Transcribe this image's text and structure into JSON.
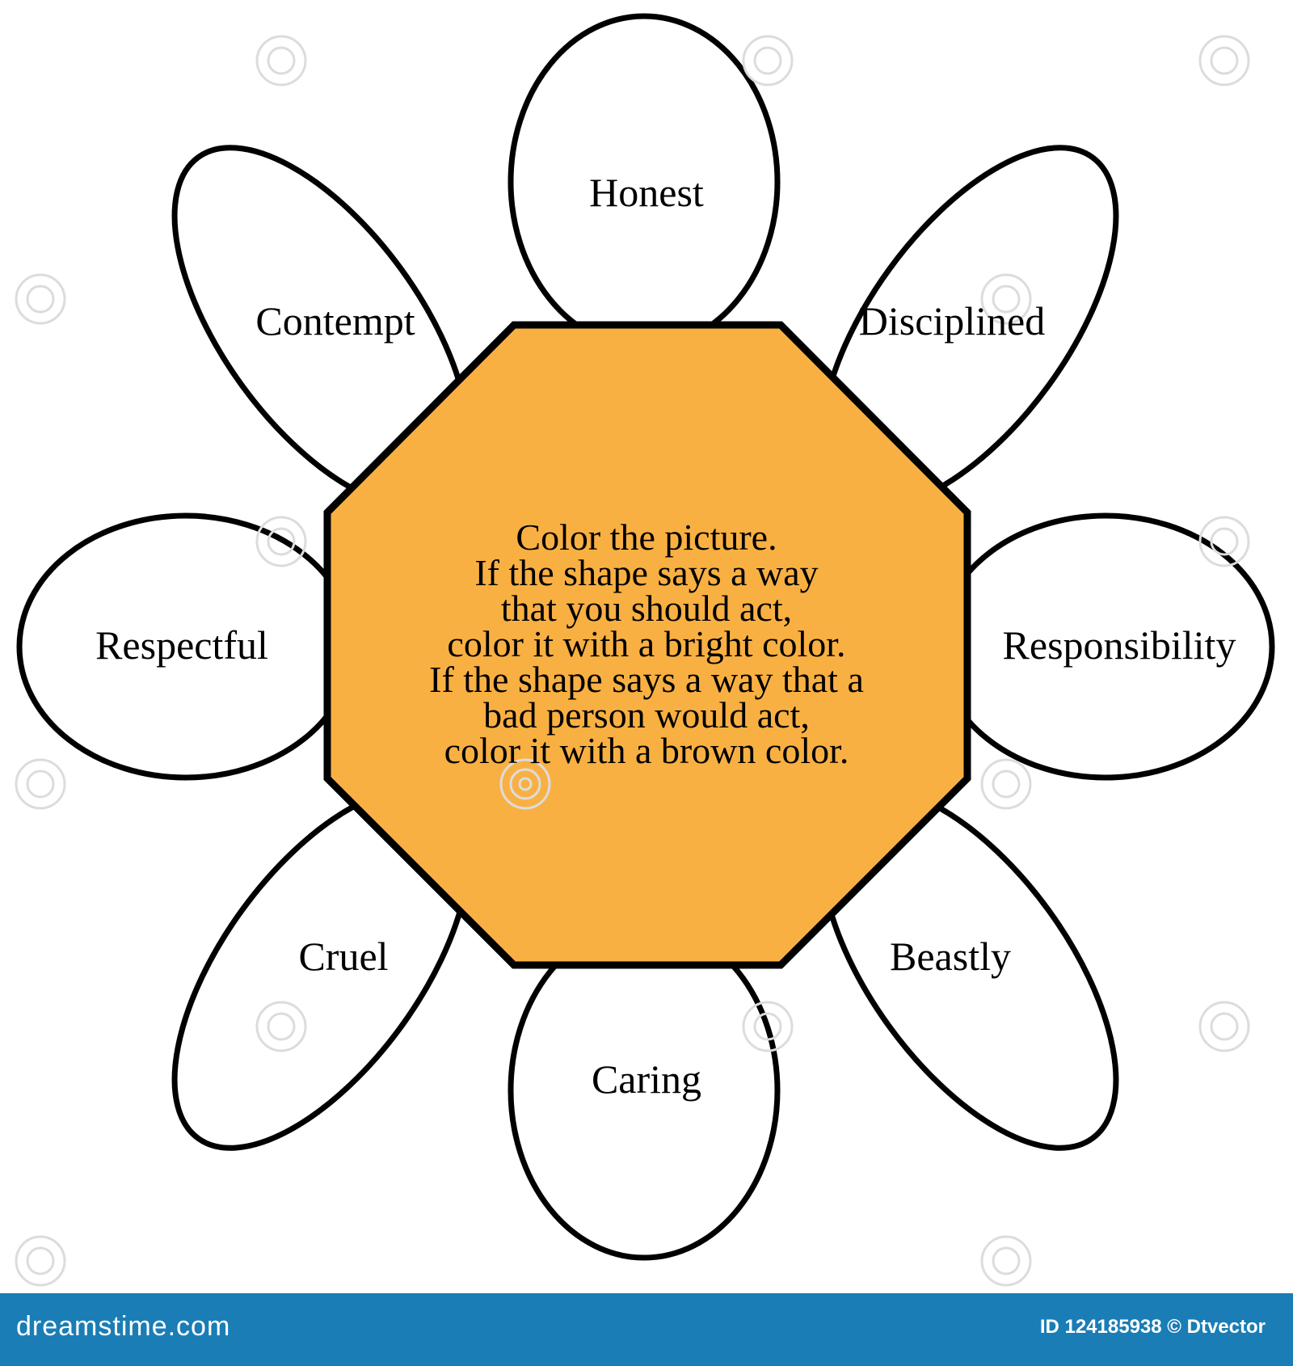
{
  "diagram": {
    "center_text": [
      "Color the picture.",
      "If the shape says a way",
      "that you should act,",
      "color it with a bright color.",
      "If the shape says a way that a",
      "bad person would act,",
      "color it with a brown color."
    ],
    "petals": {
      "top": "Honest",
      "top_right": "Disciplined",
      "right": "Responsibility",
      "bottom_right": "Beastly",
      "bottom": "Caring",
      "bottom_left": "Cruel",
      "left": "Respectful",
      "top_left": "Contempt"
    },
    "colors": {
      "octagon_fill": "#f9b042",
      "outline": "#000000",
      "footer_bg": "#1a7db5"
    }
  },
  "footer": {
    "logo": "dreamstime.com",
    "credit": "ID 124185938 © Dtvector"
  }
}
